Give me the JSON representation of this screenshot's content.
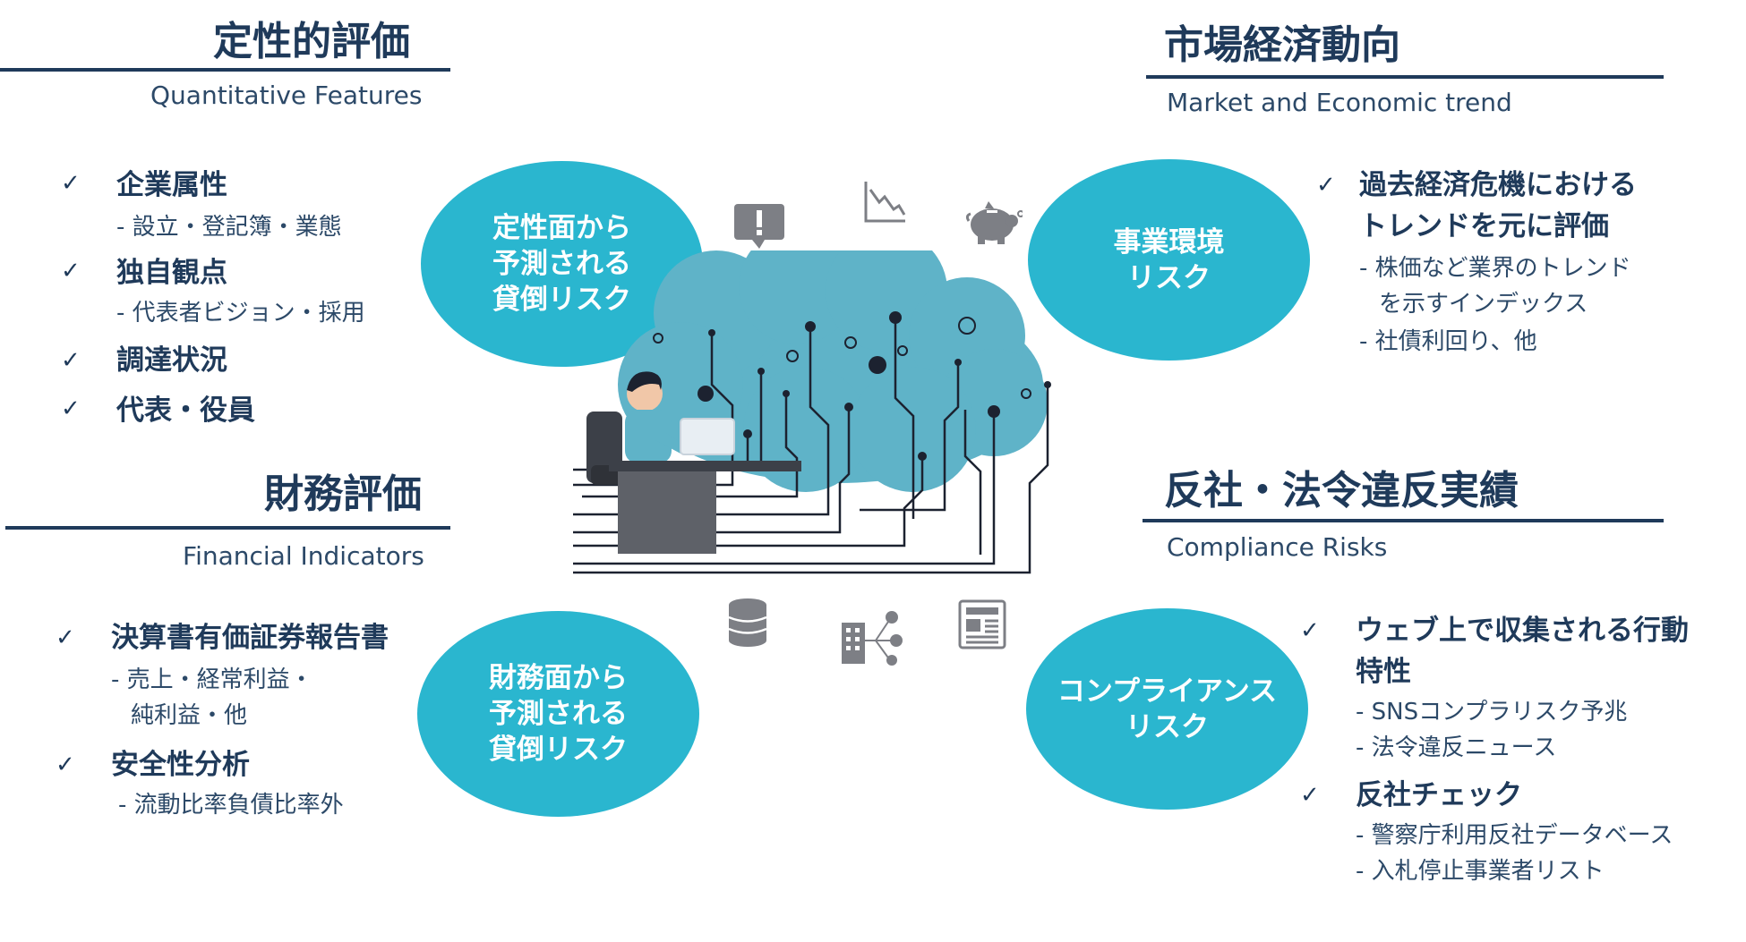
{
  "qualitative": {
    "title": "定性的評価",
    "subtitle": "Quantitative Features",
    "items": [
      {
        "label": "企業属性",
        "details": [
          "- 設立・登記簿・業態"
        ]
      },
      {
        "label": "独自観点",
        "details": [
          "- 代表者ビジョン・採用"
        ]
      },
      {
        "label": "調達状況",
        "details": []
      },
      {
        "label": "代表・役員",
        "details": []
      }
    ],
    "bubble": [
      "定性面から",
      "予測される",
      "貸倒リスク"
    ]
  },
  "financial": {
    "title": "財務評価",
    "subtitle": "Financial Indicators",
    "items": [
      {
        "label": "決算書有価証券報告書",
        "details": [
          "- 売上・経常利益・",
          "純利益・他"
        ]
      },
      {
        "label": "安全性分析",
        "details": [
          "- 流動比率負債比率外"
        ]
      }
    ],
    "bubble": [
      "財務面から",
      "予測される",
      "貸倒リスク"
    ]
  },
  "market": {
    "title": "市場経済動向",
    "subtitle": "Market and Economic trend",
    "items": [
      {
        "label": "過去経済危機における",
        "label2": "トレンドを元に評価",
        "details": [
          "- 株価など業界のトレンド",
          "を示すインデックス",
          "- 社債利回り、他"
        ]
      }
    ],
    "bubble": [
      "事業環境",
      "リスク"
    ]
  },
  "compliance": {
    "title": "反社・法令違反実績",
    "subtitle": "Compliance Risks",
    "items": [
      {
        "label": "ウェブ上で収集される行動",
        "label2": "特性",
        "details": [
          "- SNSコンプラリスク予兆",
          "- 法令違反ニュース"
        ]
      },
      {
        "label": "反社チェック",
        "details": [
          "- 警察庁利用反社データベース",
          "- 入札停止事業者リスト"
        ]
      }
    ],
    "bubble": [
      "コンプライアンス",
      "リスク"
    ]
  },
  "check_mark": "✓",
  "icons": [
    "alert-icon",
    "declining-chart-icon",
    "piggy-bank-icon",
    "database-icon",
    "network-building-icon",
    "newspaper-icon"
  ],
  "colors": {
    "navy": "#1f3a5a",
    "teal": "#2ab6cf",
    "cloud": "#5fb3c8",
    "gray": "#7d7f85"
  }
}
